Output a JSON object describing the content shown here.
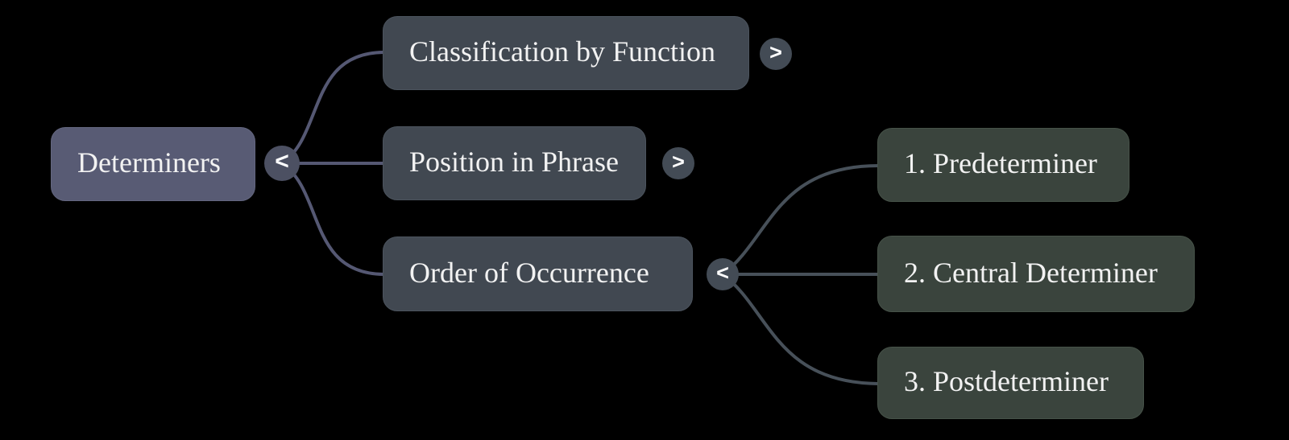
{
  "diagram": {
    "type": "mindmap",
    "background": "#000000",
    "text_color": "#f2f2f2",
    "root": {
      "label": "Determiners",
      "fill": "#585b74",
      "toggle": "<"
    },
    "branches": [
      {
        "label": "Classification by Function",
        "fill": "#414851",
        "toggle": ">",
        "state": "collapsed"
      },
      {
        "label": "Position in Phrase",
        "fill": "#414851",
        "toggle": ">",
        "state": "collapsed"
      },
      {
        "label": "Order of Occurrence",
        "fill": "#414851",
        "toggle": "<",
        "state": "expanded"
      }
    ],
    "leaves": [
      {
        "label": "1. Predeterminer",
        "fill": "#3a443d"
      },
      {
        "label": "2. Central Determiner",
        "fill": "#3a443d"
      },
      {
        "label": "3. Postdeterminer",
        "fill": "#3a443d"
      }
    ],
    "connector_colors": {
      "left_tree": "#555873",
      "right_tree": "#475059"
    }
  }
}
